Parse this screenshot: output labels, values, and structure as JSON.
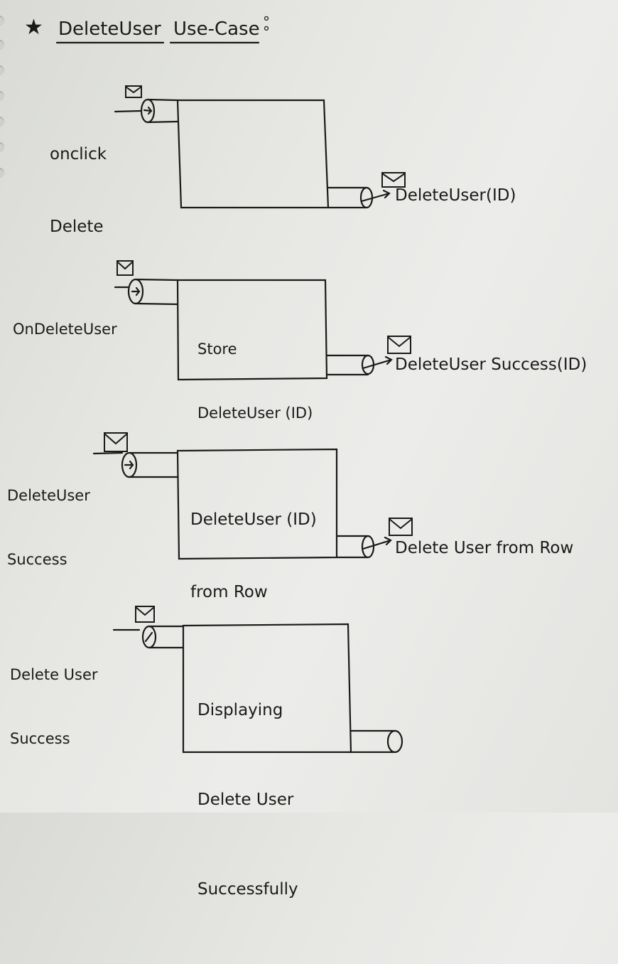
{
  "title": {
    "star": "★",
    "part1": "DeleteUser",
    "part2": "Use-Case",
    "colon": "°°"
  },
  "blocks": [
    {
      "trigger_lines": [
        "onclick",
        "Delete"
      ],
      "box_lines": [],
      "output_label": "DeleteUser(ID)"
    },
    {
      "trigger_lines": [
        "OnDeleteUser"
      ],
      "box_lines": [
        "Store",
        "DeleteUser (ID)"
      ],
      "output_label": "DeleteUser Success(ID)"
    },
    {
      "trigger_lines": [
        "DeleteUser",
        "Success"
      ],
      "box_lines": [
        "DeleteUser (ID)",
        "from Row"
      ],
      "output_label": "Delete User from Row"
    },
    {
      "trigger_lines": [
        "Delete User",
        "Success"
      ],
      "box_lines": [
        "Displaying",
        "Delete User",
        "Successfully"
      ],
      "output_label": ""
    }
  ],
  "colors": {
    "ink": "#1a1a1a",
    "paper": "#e8e9e5"
  }
}
